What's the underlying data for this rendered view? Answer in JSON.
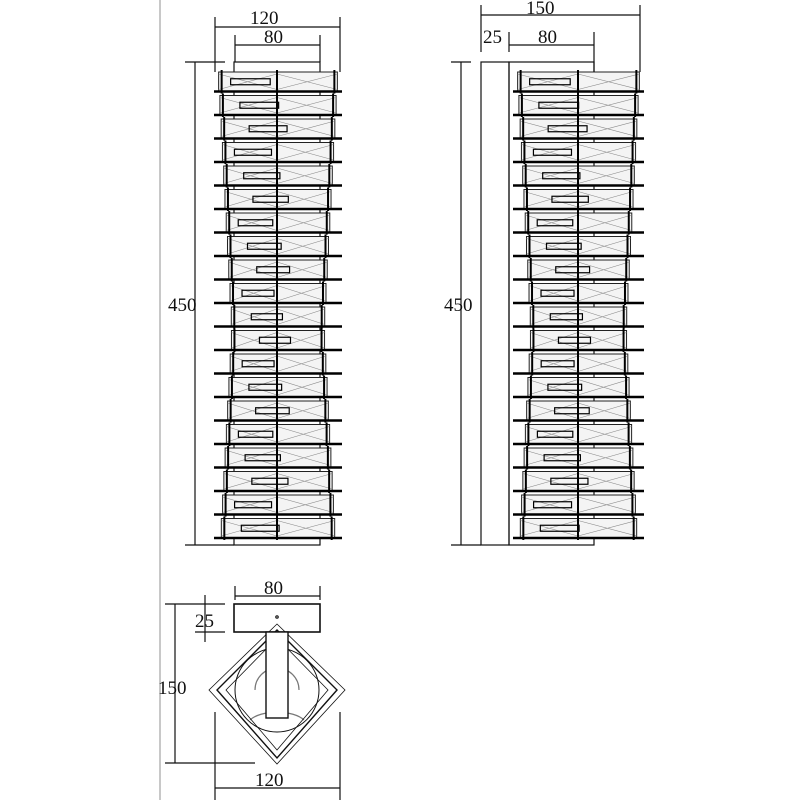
{
  "front_view": {
    "width_label": "120",
    "backplate_width_label": "80",
    "height_label": "450"
  },
  "side_view": {
    "depth_label": "150",
    "wallplate_label": "25",
    "backplate_width_label": "80",
    "height_label": "450"
  },
  "top_view": {
    "backplate_width_label": "80",
    "plate_depth_label": "25",
    "depth_label": "150",
    "width_label": "120"
  },
  "colors": {
    "line": "#111111",
    "border": "#c8c8c8"
  }
}
